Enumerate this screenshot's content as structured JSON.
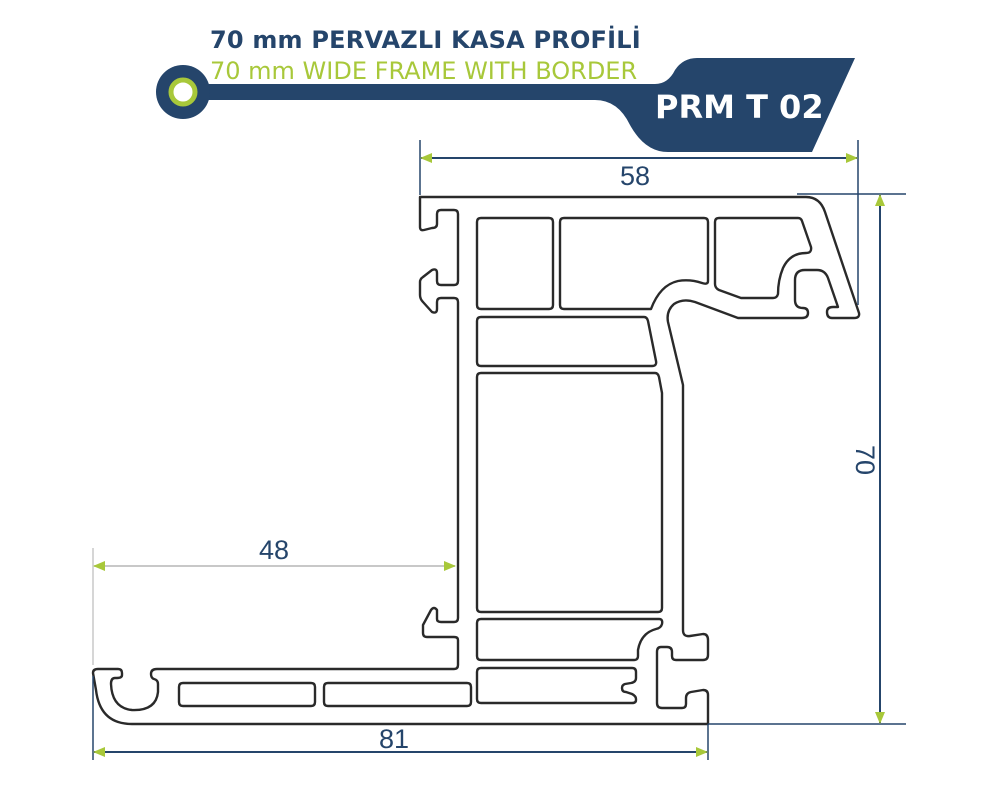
{
  "header": {
    "title_tr": "70 mm PERVAZLI KASA PROFİLİ",
    "title_en": "70 mm WIDE FRAME WITH BORDER",
    "product_code": "PRM T 02"
  },
  "dimensions": {
    "top_width": "58",
    "height": "70",
    "border_width": "48",
    "total_width": "81",
    "unit": "mm"
  },
  "colors": {
    "navy": "#25456b",
    "green": "#a8c83a",
    "outline": "#2a2a2a"
  }
}
